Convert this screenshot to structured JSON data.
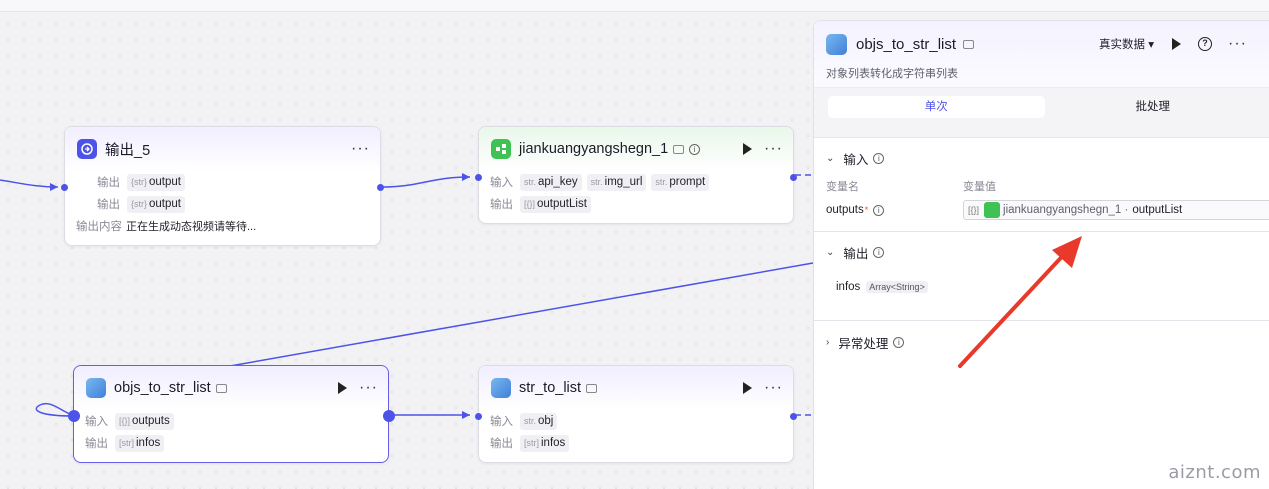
{
  "nodes": {
    "output5": {
      "title": "输出_5",
      "rows": [
        {
          "label": "输出",
          "type": "{str}",
          "value": "output"
        },
        {
          "label": "输出",
          "type": "{str}",
          "value": "output"
        }
      ],
      "content_label": "输出内容",
      "content_value": "正在生成动态视频请等待..."
    },
    "jk": {
      "title": "jiankuangyangshegn_1",
      "input_label": "输入",
      "inputs": [
        {
          "type": "str.",
          "name": "api_key"
        },
        {
          "type": "str.",
          "name": "img_url"
        },
        {
          "type": "str.",
          "name": "prompt"
        }
      ],
      "output_label": "输出",
      "outputs": [
        {
          "type": "[{}]",
          "name": "outputList"
        }
      ]
    },
    "objs": {
      "title": "objs_to_str_list",
      "input_label": "输入",
      "inputs": [
        {
          "type": "[{}]",
          "name": "outputs"
        }
      ],
      "output_label": "输出",
      "outputs": [
        {
          "type": "[str]",
          "name": "infos"
        }
      ]
    },
    "str": {
      "title": "str_to_list",
      "input_label": "输入",
      "inputs": [
        {
          "type": "str.",
          "name": "obj"
        }
      ],
      "output_label": "输出",
      "outputs": [
        {
          "type": "[str]",
          "name": "infos"
        }
      ]
    }
  },
  "panel": {
    "title": "objs_to_str_list",
    "description": "对象列表转化成字符串列表",
    "data_mode": "真实数据",
    "tabs": [
      "单次",
      "批处理"
    ],
    "input_section": "输入",
    "col_name": "变量名",
    "col_value": "变量值",
    "input_var": "outputs",
    "ref_type": "[{}]",
    "ref_node": "jiankuangyangshegn_1 ·",
    "ref_var": "outputList",
    "output_section": "输出",
    "output_var": "infos",
    "output_type": "Array<String>",
    "error_section": "异常处理"
  },
  "watermark": "aiznt.com",
  "colors": {
    "accent": "#4d53e8",
    "arrow": "#e8392a",
    "green": "#3ec254"
  }
}
